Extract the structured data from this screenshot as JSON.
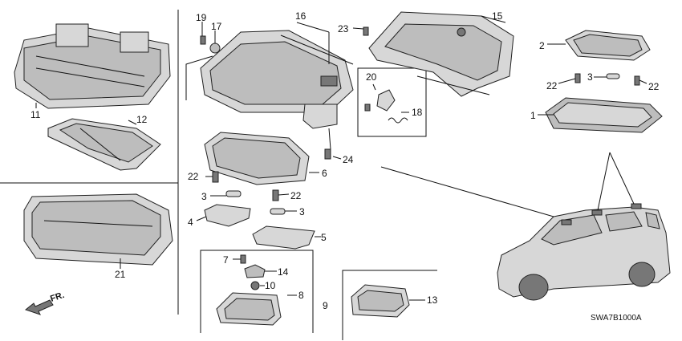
{
  "callouts": {
    "n1": "1",
    "n2": "2",
    "n3a": "3",
    "n3b": "3",
    "n3c": "3",
    "n4": "4",
    "n5": "5",
    "n6": "6",
    "n7": "7",
    "n8": "8",
    "n9": "9",
    "n10": "10",
    "n11": "11",
    "n12": "12",
    "n13": "13",
    "n14": "14",
    "n15": "15",
    "n16": "16",
    "n17": "17",
    "n18": "18",
    "n19": "19",
    "n20": "20",
    "n21": "21",
    "n22a": "22",
    "n22b": "22",
    "n22c": "22",
    "n22d": "22",
    "n23": "23",
    "n24": "24"
  },
  "front_marker": "FR.",
  "diagram_code": "SWA7B1000A"
}
